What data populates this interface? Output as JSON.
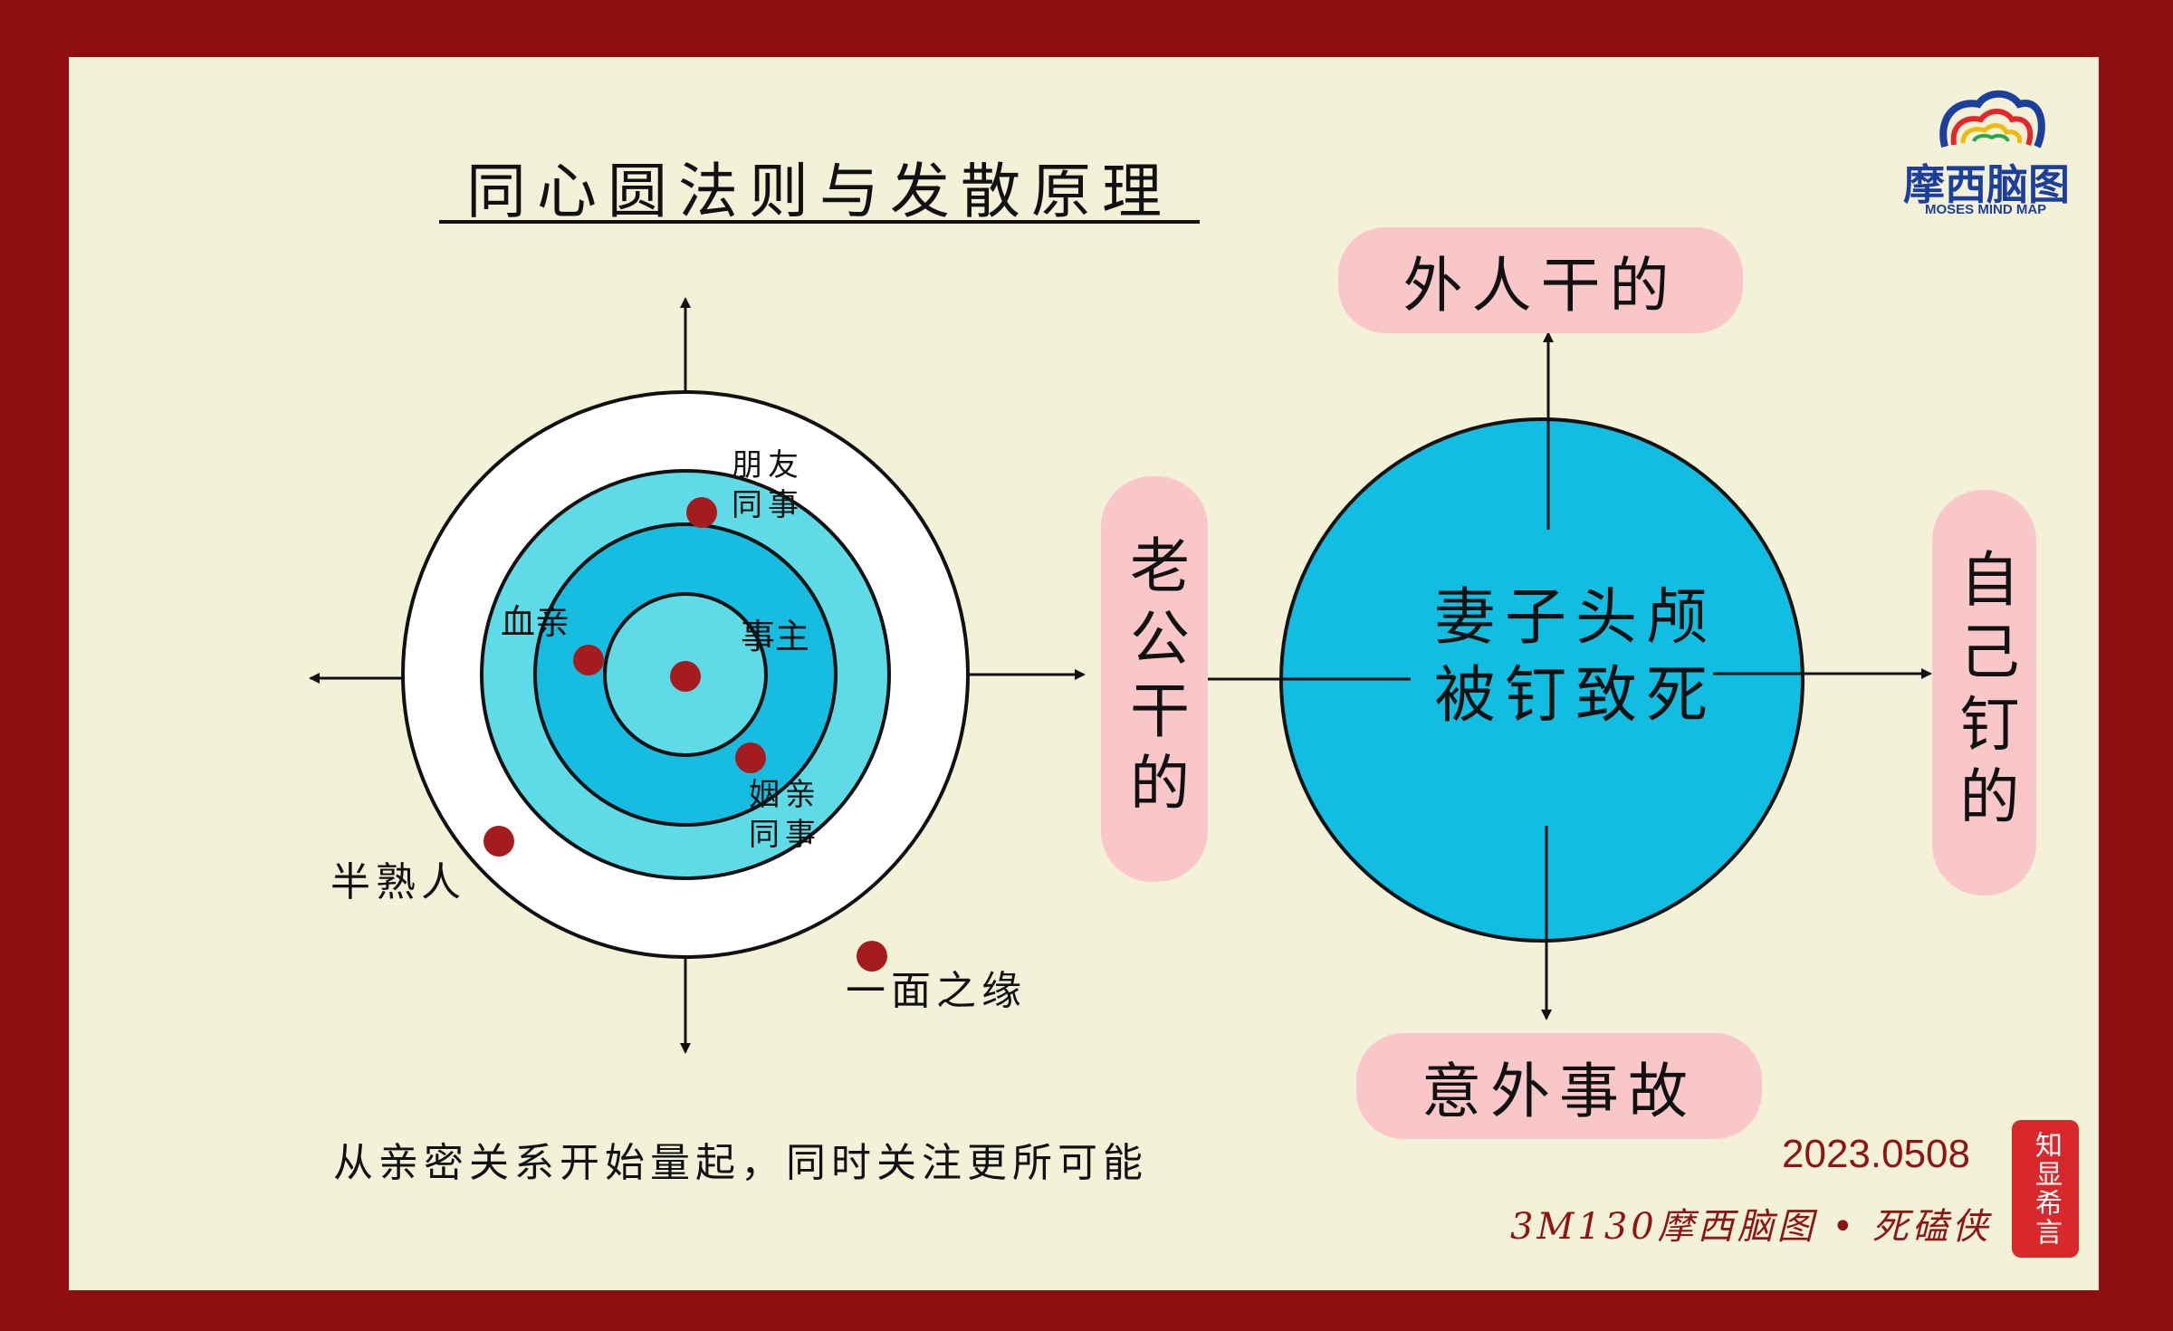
{
  "title": "同心圆法则与发散原理",
  "logo": {
    "name": "摩西脑图",
    "subtitle": "MOSES MIND MAP"
  },
  "left_diagram": {
    "labels": {
      "core": "事主",
      "blood": "血亲",
      "friends_line1": "朋友",
      "friends_line2": "同事",
      "inlaws_line1": "姻亲",
      "inlaws_line2": "同事",
      "acquaintance": "半熟人",
      "stranger": "一面之缘"
    },
    "ring_colors": [
      "#ffffff",
      "#5edbe6",
      "#17bde0",
      "#5edbe6"
    ],
    "dot_color": "#a51c1f"
  },
  "right_diagram": {
    "center_line1": "妻子头颅",
    "center_line2": "被钉致死",
    "top": "外人干的",
    "bottom": "意外事故",
    "left": "老公干的",
    "right": "自己钉的",
    "circle_color": "#11bde0",
    "pill_color": "#f9c7c8"
  },
  "caption": "从亲密关系开始量起，同时关注更所可能",
  "date": "2023.0508",
  "signature": "3M130摩西脑图 • 死磕侠",
  "seal": "知显希言"
}
